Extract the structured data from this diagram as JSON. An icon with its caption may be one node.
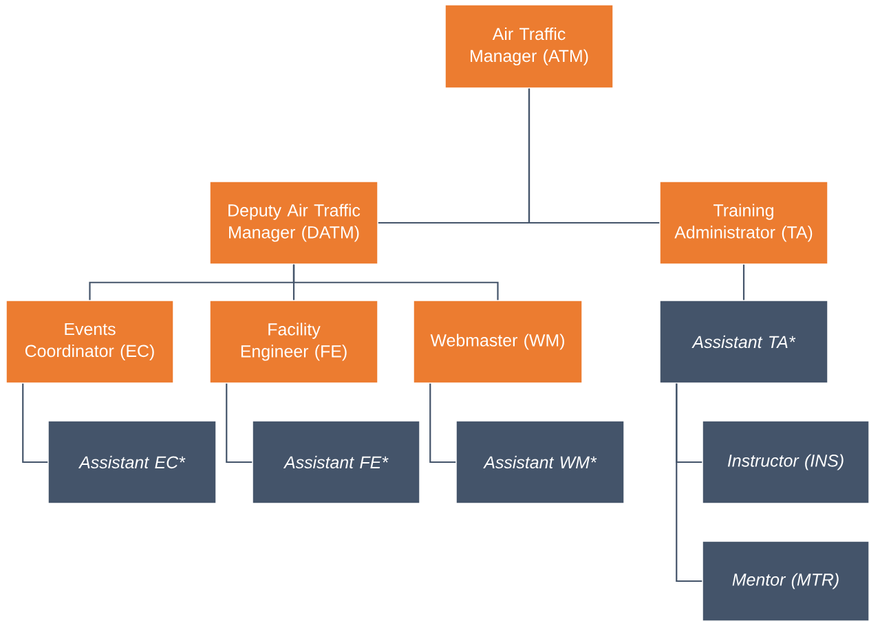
{
  "diagram": {
    "nodes": [
      {
        "text": [
          "Air Traffic Manager (ATM)"
        ]
      },
      {
        "text": [
          "Deputy Air Traffic Manager (DATM)"
        ]
      },
      {
        "text": [
          "Training Administrator (TA)"
        ]
      },
      {
        "text": [
          "Events Coordinator (EC)"
        ]
      },
      {
        "text": [
          "Facility Engineer (FE)"
        ]
      },
      {
        "text": [
          "Webmaster (WM)"
        ]
      },
      {
        "text": [
          "Assistant TA*"
        ]
      },
      {
        "text": [
          "Assistant EC*"
        ]
      },
      {
        "text": [
          "Assistant FE*"
        ]
      },
      {
        "text": [
          "Assistant WM*"
        ]
      },
      {
        "text": [
          "Instructor (INS)"
        ]
      },
      {
        "text": [
          "Mentor (MTR)"
        ]
      }
    ],
    "edges": [
      {
        "from": 0,
        "to": 1,
        "arrow": "none"
      },
      {
        "from": 0,
        "to": 2,
        "arrow": "none"
      },
      {
        "from": 1,
        "to": 3,
        "arrow": "none"
      },
      {
        "from": 1,
        "to": 4,
        "arrow": "none"
      },
      {
        "from": 1,
        "to": 5,
        "arrow": "none"
      },
      {
        "from": 2,
        "to": 6,
        "arrow": "none"
      },
      {
        "from": 3,
        "to": 7,
        "arrow": "none"
      },
      {
        "from": 4,
        "to": 8,
        "arrow": "none"
      },
      {
        "from": 5,
        "to": 9,
        "arrow": "none"
      },
      {
        "from": 6,
        "to": 10,
        "arrow": "none"
      },
      {
        "from": 6,
        "to": 11,
        "arrow": "none"
      }
    ]
  }
}
